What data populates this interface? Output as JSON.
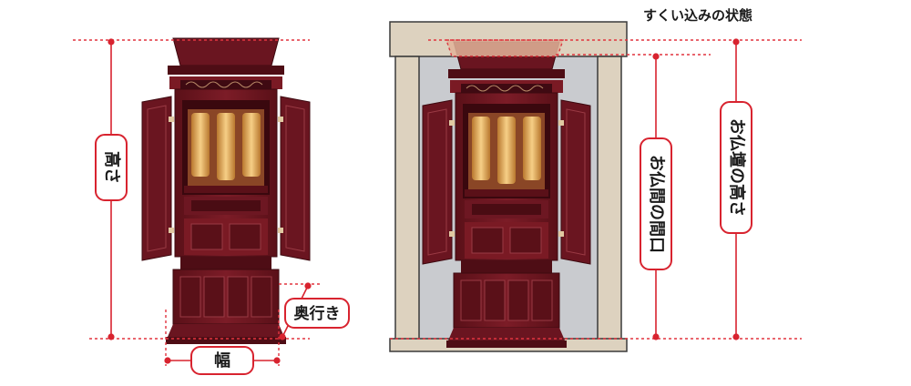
{
  "labels": {
    "height": "高さ",
    "depth": "奥行き",
    "width": "幅",
    "state": "すくい込みの状態",
    "niche_opening": "お仏間の間口",
    "altar_height": "お仏壇の高さ"
  },
  "colors": {
    "wood_dark": "#5a1018",
    "wood_mid": "#7a1a24",
    "wood_light": "#93303a",
    "gold": "#e9b05a",
    "measure_red": "#d8232f",
    "niche_frame": "#ddd2bf",
    "niche_back": "#c9cbcf"
  }
}
